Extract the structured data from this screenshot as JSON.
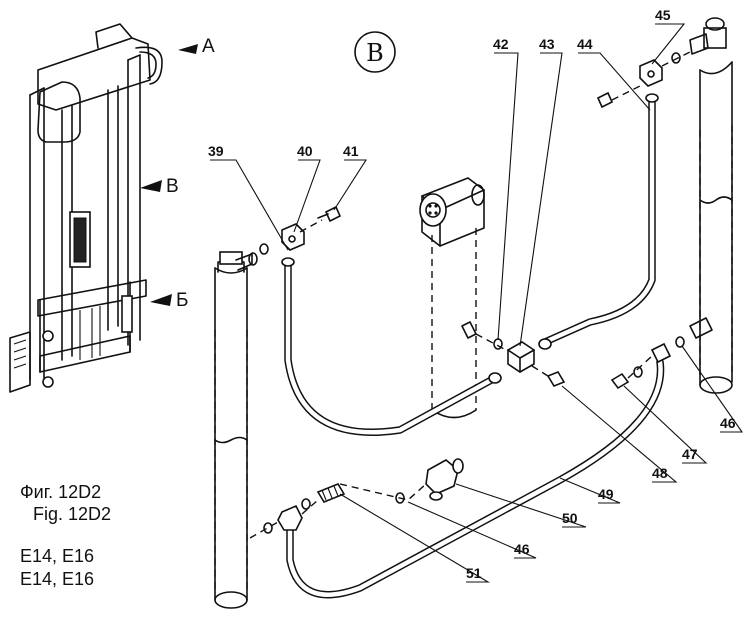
{
  "view_label": "B",
  "view_arrows": [
    {
      "name": "view-arrow-a",
      "letter": "A"
    },
    {
      "name": "view-arrow-v",
      "letter": "B"
    },
    {
      "name": "view-arrow-b",
      "letter": "Б"
    }
  ],
  "captions": {
    "figure_ru": "Фиг. 12D2",
    "figure_en": "Fig. 12D2",
    "models_ru": "E14, E16",
    "models_en": "E14, E16"
  },
  "part_numbers": [
    "39",
    "40",
    "41",
    "42",
    "43",
    "44",
    "45",
    "46",
    "47",
    "48",
    "49",
    "50",
    "46",
    "51"
  ]
}
